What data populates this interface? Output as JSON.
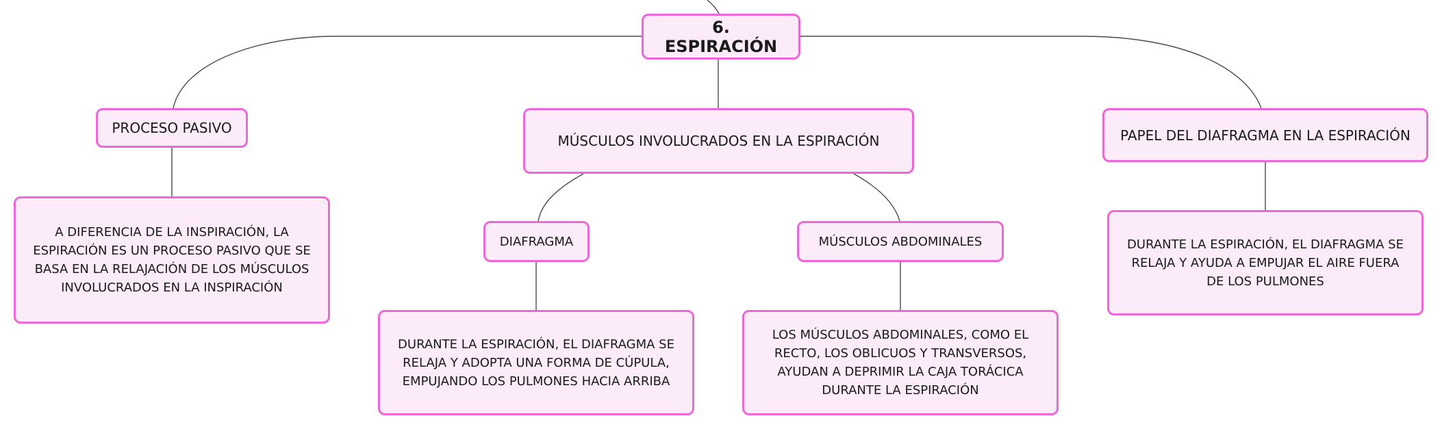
{
  "map": {
    "root": "6. ESPIRACIÓN",
    "branches": {
      "passive": {
        "label": "PROCESO PASIVO",
        "detail": "A DIFERENCIA DE LA INSPIRACIÓN, LA ESPIRACIÓN ES UN PROCESO PASIVO QUE SE BASA EN LA RELAJACIÓN DE LOS MÚSCULOS INVOLUCRADOS EN LA INSPIRACIÓN"
      },
      "muscles": {
        "label": "MÚSCULOS INVOLUCRADOS EN LA ESPIRACIÓN",
        "diaphragm": {
          "label": "DIAFRAGMA",
          "detail": "DURANTE LA ESPIRACIÓN, EL DIAFRAGMA SE RELAJA Y ADOPTA UNA FORMA DE CÚPULA, EMPUJANDO LOS PULMONES HACIA ARRIBA"
        },
        "abdominals": {
          "label": "MÚSCULOS ABDOMINALES",
          "detail": "LOS MÚSCULOS ABDOMINALES, COMO EL RECTO, LOS OBLICUOS Y TRANSVERSOS, AYUDAN A DEPRIMIR LA CAJA TORÁCICA DURANTE LA ESPIRACIÓN"
        }
      },
      "diaphragm_role": {
        "label": "PAPEL DEL DIAFRAGMA EN LA ESPIRACIÓN",
        "detail": "DURANTE LA ESPIRACIÓN, EL DIAFRAGMA SE RELAJA Y AYUDA A EMPUJAR EL AIRE FUERA DE LOS PULMONES"
      }
    }
  },
  "colors": {
    "node_fill": "#fcebf8",
    "node_border": "#ee66d9",
    "connector": "#4a4a4a"
  }
}
